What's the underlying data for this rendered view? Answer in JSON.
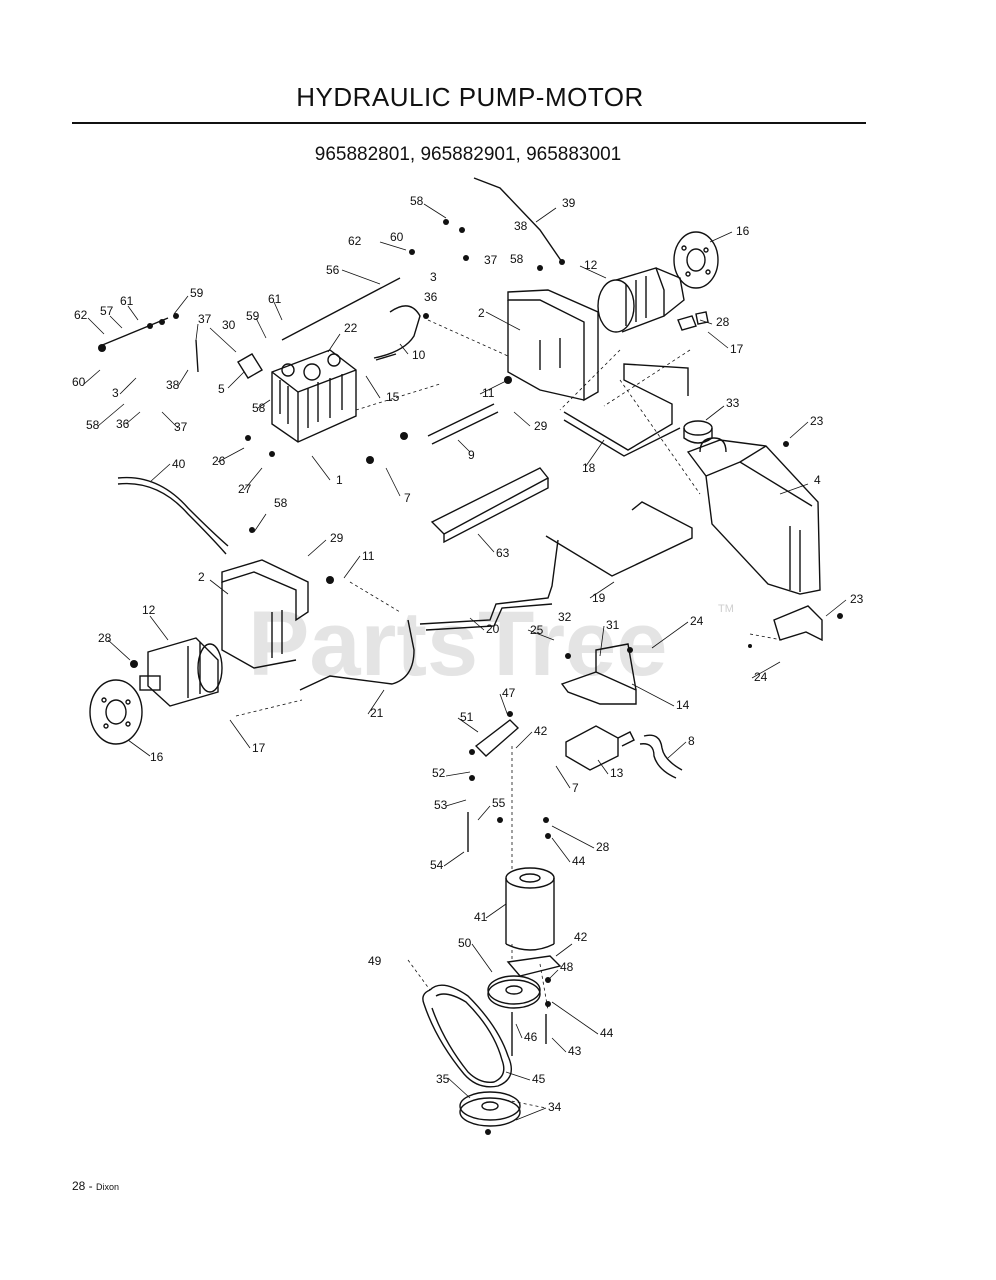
{
  "title": "HYDRAULIC PUMP-MOTOR",
  "models": "965882801, 965882901, 965883001",
  "watermark": {
    "text": "PartsTree",
    "trademark": "TM"
  },
  "footer": {
    "page": "28 -",
    "brand": "Dixon"
  },
  "callout_labels": [
    "1",
    "2",
    "3",
    "4",
    "5",
    "7",
    "8",
    "9",
    "10",
    "11",
    "12",
    "13",
    "14",
    "15",
    "16",
    "17",
    "18",
    "19",
    "20",
    "21",
    "22",
    "23",
    "24",
    "25",
    "26",
    "27",
    "28",
    "29",
    "30",
    "31",
    "32",
    "33",
    "34",
    "35",
    "36",
    "37",
    "38",
    "39",
    "40",
    "41",
    "42",
    "43",
    "44",
    "45",
    "46",
    "47",
    "48",
    "49",
    "50",
    "51",
    "52",
    "53",
    "54",
    "55",
    "56",
    "57",
    "58",
    "59",
    "60",
    "61",
    "62",
    "63"
  ],
  "colors": {
    "ink": "#111111",
    "watermark": "#e4e4e4",
    "background": "#ffffff"
  }
}
